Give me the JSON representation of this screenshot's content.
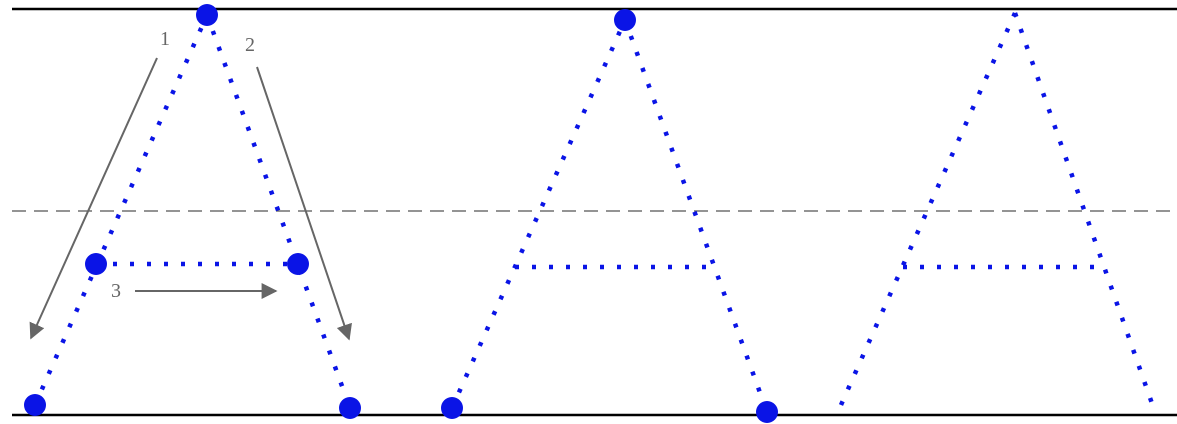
{
  "worksheet": {
    "letter_count": 3,
    "colors": {
      "trace": "#0a14e6",
      "dot": "#0a14e6",
      "arrow": "#666666",
      "guide": "#000000",
      "midline": "#555555"
    },
    "step_labels": [
      "1",
      "2",
      "3"
    ],
    "icons": {
      "start_dot": "filled-circle",
      "direction_arrow": "arrow-icon"
    }
  }
}
